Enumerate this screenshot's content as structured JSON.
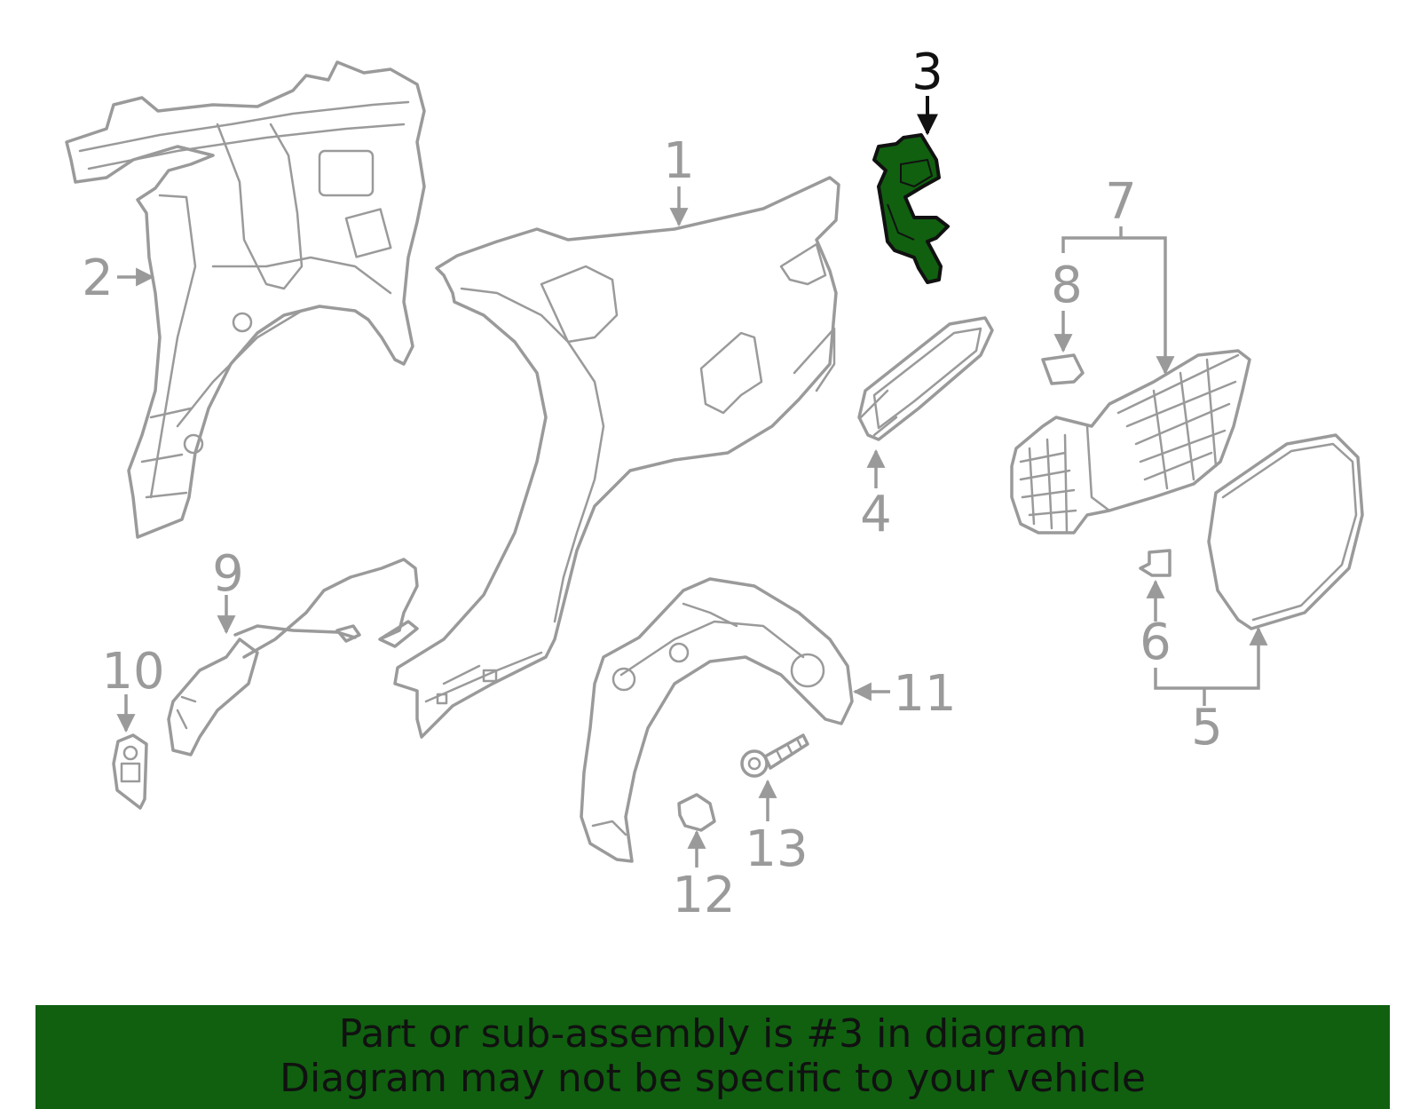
{
  "diagram": {
    "highlight_color": "#106010",
    "part_line_color": "#9a9a9a",
    "highlighted_part": "3",
    "callouts": [
      "1",
      "2",
      "3",
      "4",
      "5",
      "6",
      "7",
      "8",
      "9",
      "10",
      "11",
      "12",
      "13"
    ]
  },
  "banner": {
    "background": "#106010",
    "line1": "Part or sub-assembly is #3 in diagram",
    "line2": "Diagram may not be specific to your vehicle"
  }
}
